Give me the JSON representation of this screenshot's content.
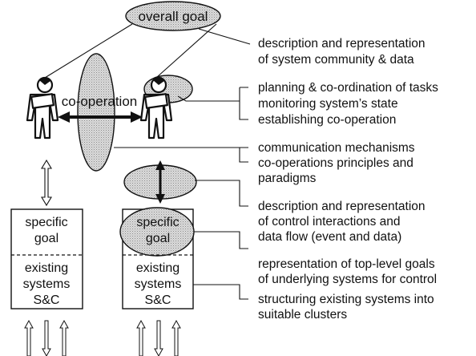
{
  "overall_goal": "overall goal",
  "cooperation_label": "co-operation",
  "annotations": {
    "a1": [
      "description and representation",
      "of system community & data"
    ],
    "a2": [
      "planning & co-ordination of tasks",
      "monitoring system’s state",
      "establishing co-operation"
    ],
    "a3": [
      "communication mechanisms",
      "co-operations principles and",
      "paradigms"
    ],
    "a4": [
      "description and representation",
      "of control interactions and",
      "data flow (event and data)"
    ],
    "a5": [
      "representation of top-level goals",
      "of underlying systems for control"
    ],
    "a6": [
      "structuring existing systems into",
      "suitable clusters"
    ]
  },
  "boxes": [
    {
      "top": [
        "specific",
        "goal"
      ],
      "bottom": [
        "existing",
        "systems",
        "S&C"
      ]
    },
    {
      "top": [
        "specific",
        "goal"
      ],
      "bottom": [
        "existing",
        "systems",
        "S&C"
      ]
    }
  ]
}
